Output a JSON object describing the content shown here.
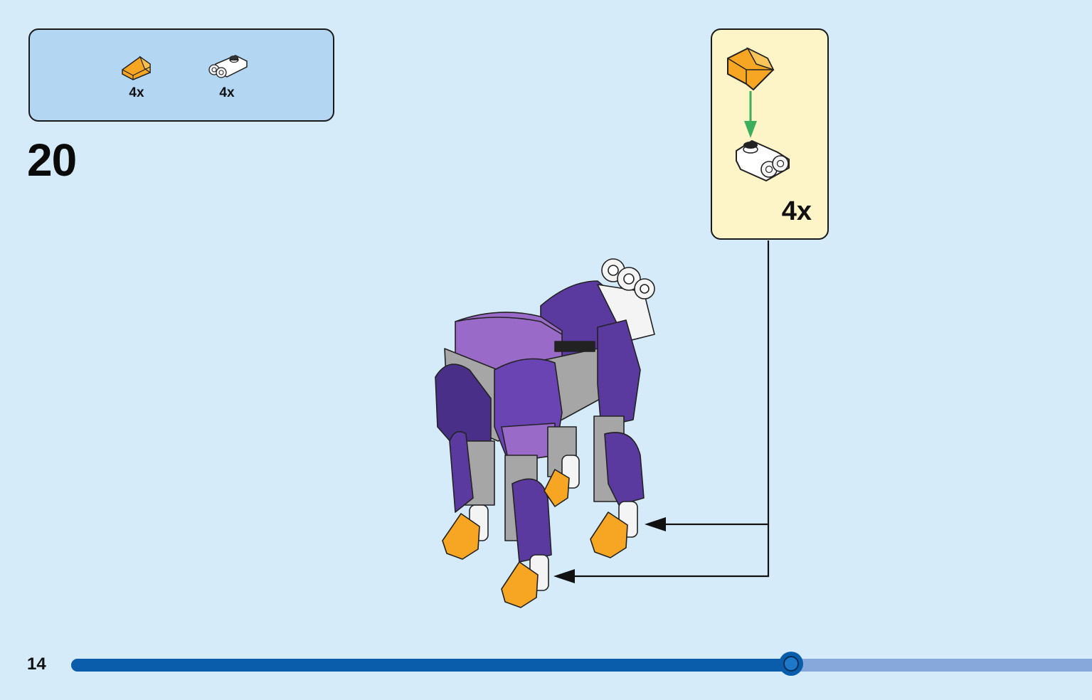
{
  "page": {
    "step_number": "20",
    "page_number": "14"
  },
  "parts_list": [
    {
      "part": "orange-slope-icon",
      "count": "4x",
      "color": "#f6a622"
    },
    {
      "part": "white-clip-plate-icon",
      "count": "4x",
      "color": "#ffffff"
    }
  ],
  "callout": {
    "count": "4x",
    "arrow_color": "#3cae5c"
  },
  "colors": {
    "background": "#d6ebfa",
    "parts_box": "#b3d6f3",
    "callout_box": "#fdf4c8",
    "purple": "#5b3aa0",
    "orange": "#f6a622",
    "progress_fill": "#0a5dab",
    "progress_track": "#86a8da"
  },
  "progress": {
    "fraction": 0.705
  }
}
